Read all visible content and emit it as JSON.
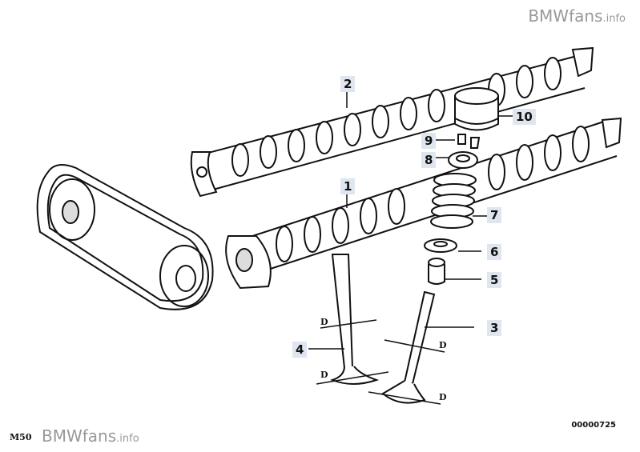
{
  "watermark": {
    "brand": "BMWfans",
    "suffix": ".info"
  },
  "model_code": "M50",
  "document_number": "00000725",
  "callouts": [
    {
      "id": "1",
      "label": "1"
    },
    {
      "id": "2",
      "label": "2"
    },
    {
      "id": "3",
      "label": "3"
    },
    {
      "id": "4",
      "label": "4"
    },
    {
      "id": "5",
      "label": "5"
    },
    {
      "id": "6",
      "label": "6"
    },
    {
      "id": "7",
      "label": "7"
    },
    {
      "id": "8",
      "label": "8"
    },
    {
      "id": "9",
      "label": "9"
    },
    {
      "id": "10",
      "label": "10"
    }
  ],
  "dimension_label": "D"
}
